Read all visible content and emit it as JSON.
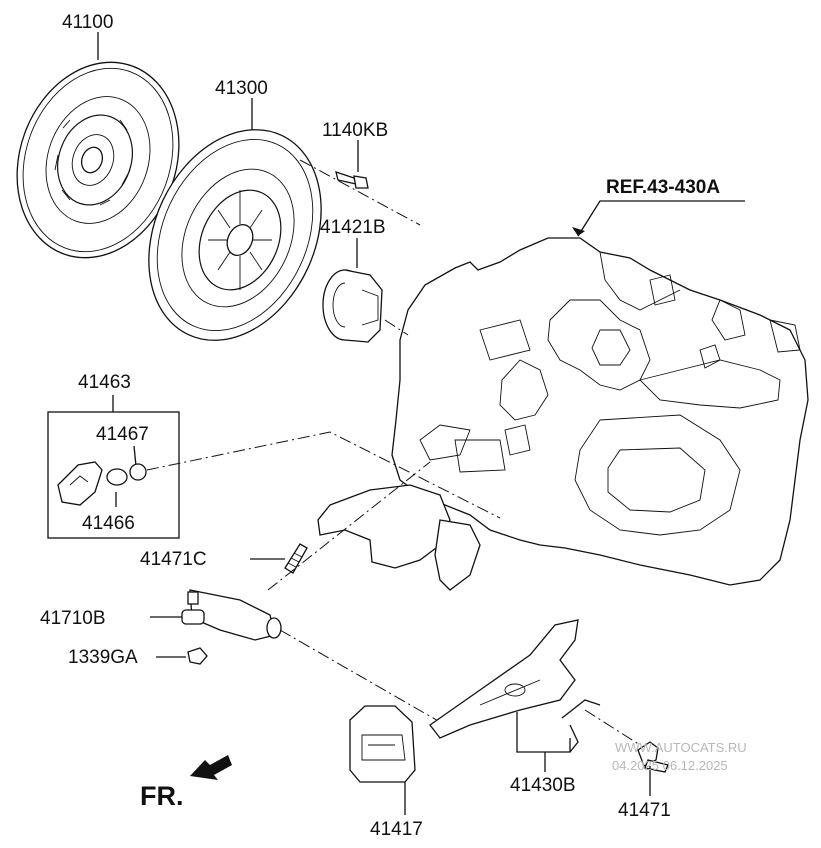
{
  "labels": {
    "clutch_disc": "41100",
    "clutch_cover": "41300",
    "cover_bolt": "1140KB",
    "release_bearing": "41421B",
    "ref_transaxle": "REF.43-430A",
    "hose_set": "41463",
    "hose_part_a": "41467",
    "hose_part_b": "41466",
    "stud_c": "41471C",
    "release_cylinder": "41710B",
    "nut": "1339GA",
    "fork_assy": "41430B",
    "boot": "41417",
    "bolt": "41471",
    "front_indicator": "FR."
  },
  "watermark": {
    "line1": "WWW.AUTOCATS.RU",
    "line2": "04.2025 06.12.2025"
  }
}
